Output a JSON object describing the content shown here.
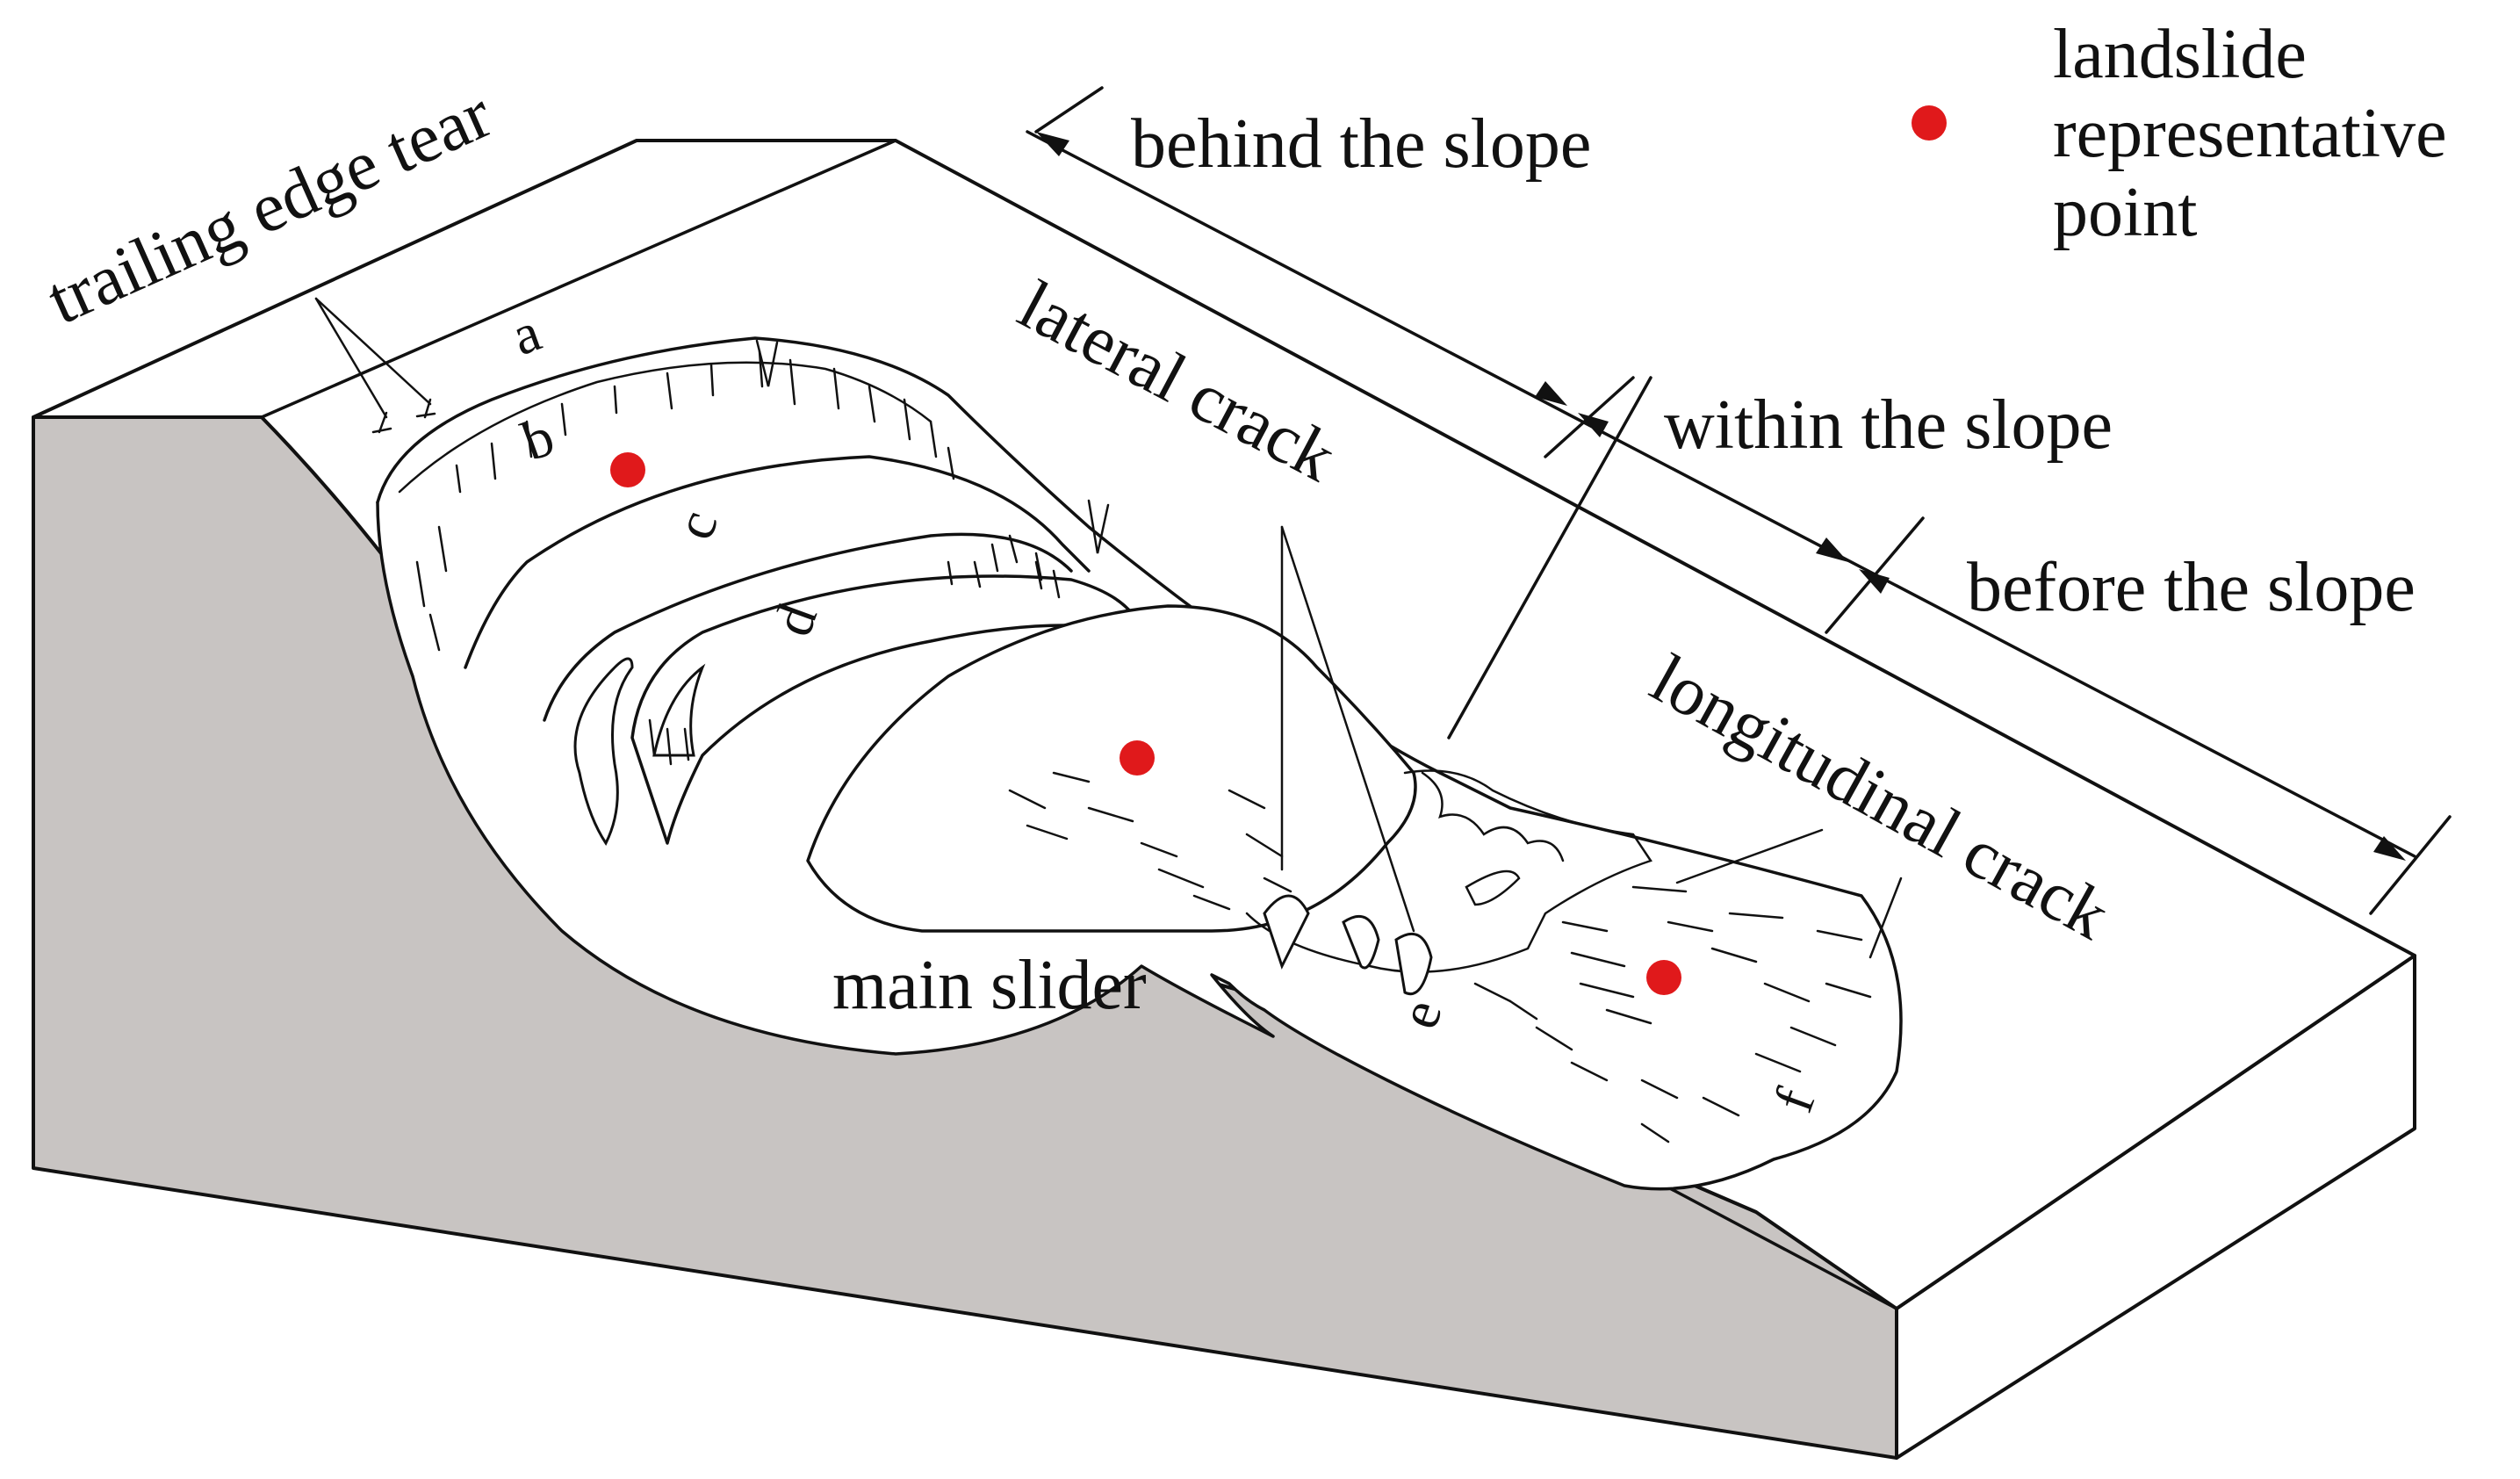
{
  "labels": {
    "trailing_edge_tear": "trailing edge tear",
    "behind_the_slope": "behind the slope",
    "within_the_slope": "within the slope",
    "before_the_slope": "before the slope",
    "lateral_crack": "lateral crack",
    "longitudinal_crack": "longitudinal crack",
    "main_slider": "main slider"
  },
  "legend": {
    "line1": "landslide",
    "line2": "representative",
    "line3": "point"
  },
  "zone_letters": {
    "a": "a",
    "b": "b",
    "c": "c",
    "d": "d",
    "e": "e",
    "f": "f"
  },
  "colors": {
    "block_side": "#c8c4c2",
    "representative_point": "#e0191b",
    "ink": "#111111"
  }
}
